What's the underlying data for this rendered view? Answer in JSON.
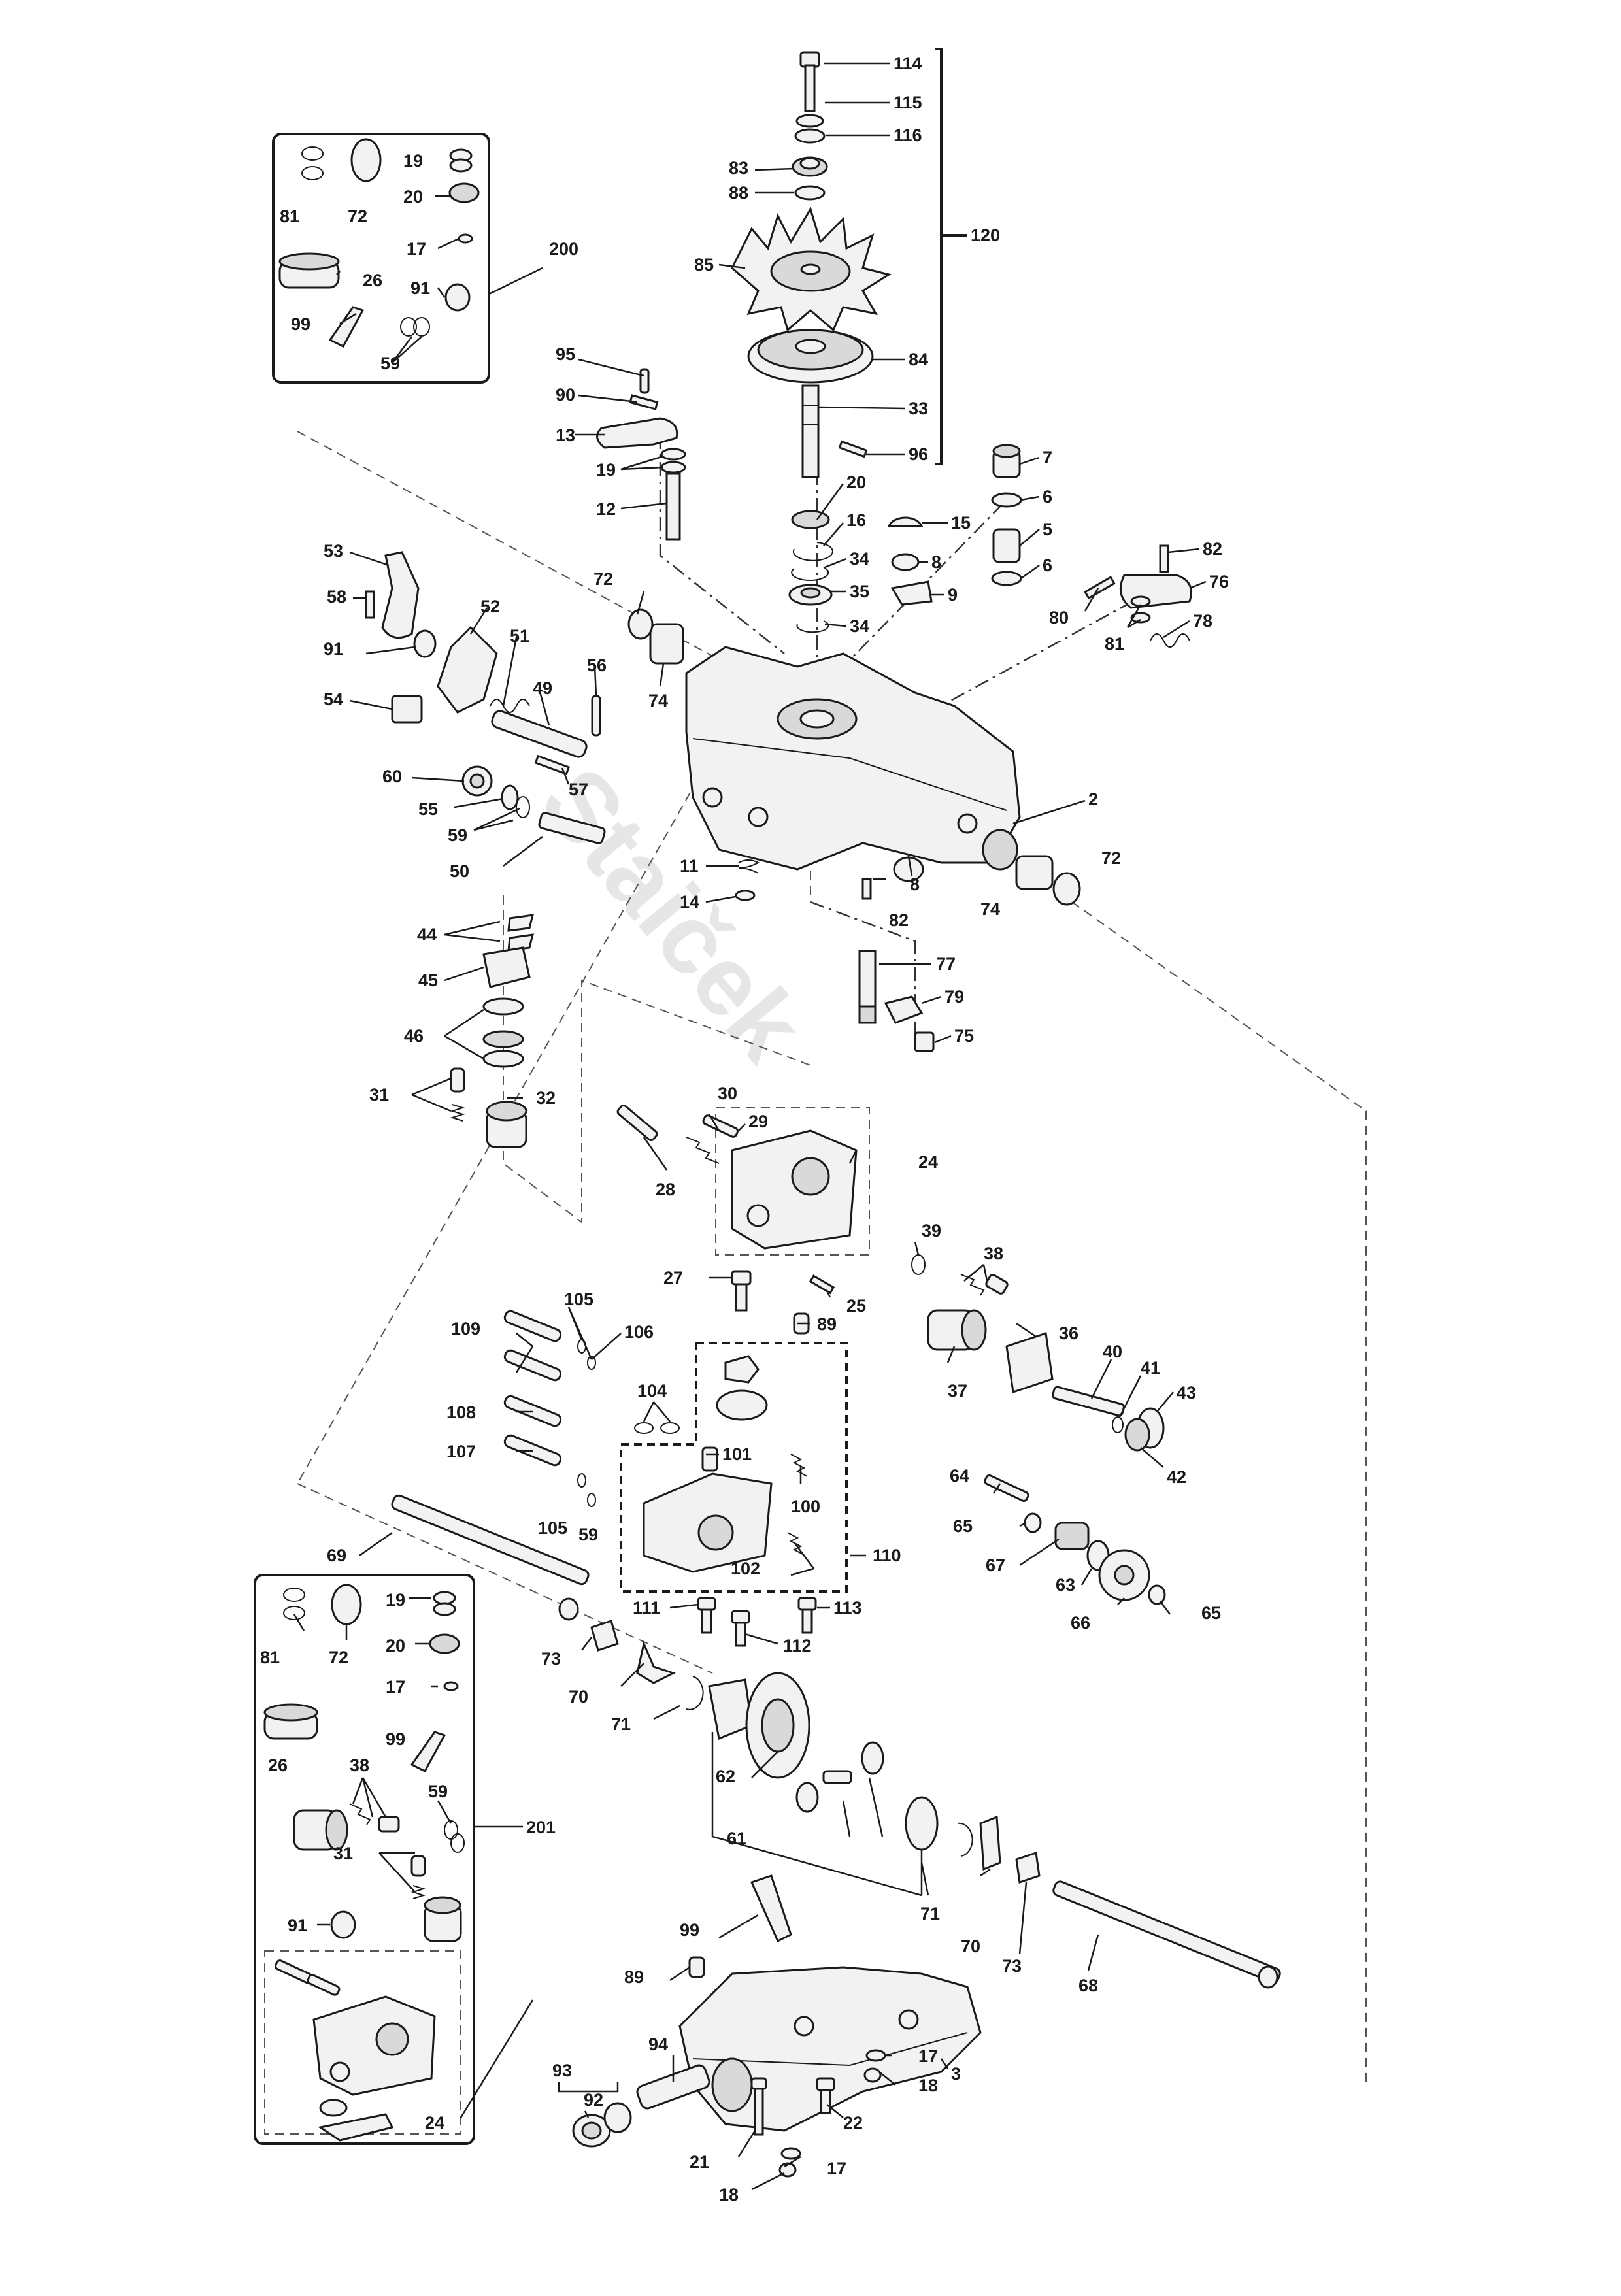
{
  "watermark": "Staiček",
  "labels": [
    "114",
    "115",
    "116",
    "83",
    "88",
    "85",
    "84",
    "33",
    "96",
    "120",
    "95",
    "90",
    "13",
    "19",
    "12",
    "20",
    "16",
    "34",
    "35",
    "15",
    "8",
    "9",
    "7",
    "6",
    "5",
    "82",
    "76",
    "80",
    "81",
    "78",
    "53",
    "58",
    "52",
    "51",
    "91",
    "72",
    "74",
    "56",
    "49",
    "54",
    "57",
    "60",
    "55",
    "59",
    "50",
    "2",
    "11",
    "14",
    "44",
    "45",
    "46",
    "31",
    "32",
    "77",
    "79",
    "75",
    "30",
    "29",
    "28",
    "24",
    "27",
    "25",
    "39",
    "38",
    "36",
    "37",
    "40",
    "41",
    "43",
    "42",
    "105",
    "109",
    "106",
    "104",
    "89",
    "108",
    "101",
    "107",
    "100",
    "110",
    "102",
    "64",
    "65",
    "67",
    "63",
    "66",
    "69",
    "111",
    "113",
    "112",
    "73",
    "70",
    "71",
    "62",
    "61",
    "26",
    "99",
    "17",
    "201",
    "68",
    "3",
    "93",
    "92",
    "94",
    "21",
    "22",
    "18",
    "200"
  ]
}
